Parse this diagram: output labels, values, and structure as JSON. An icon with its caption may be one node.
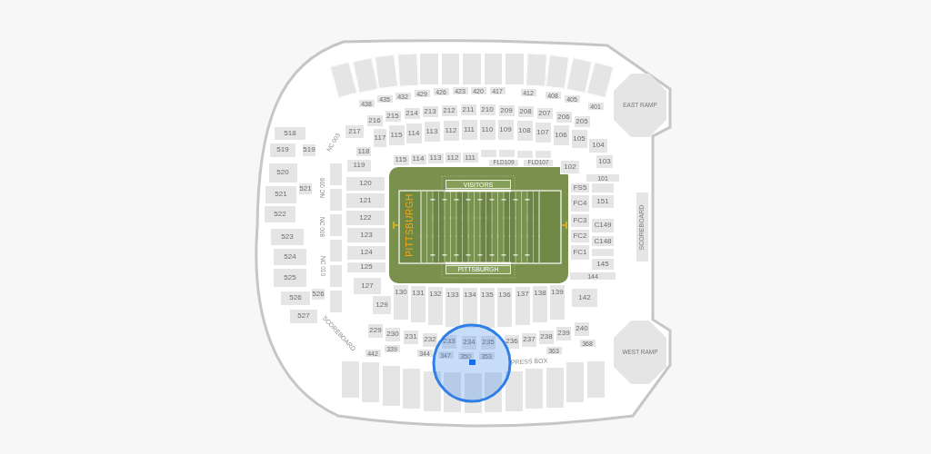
{
  "diagram": {
    "nodes": [
      {
        "text": [],
        "shape": "box"
      },
      {
        "text": [],
        "shape": "box"
      },
      {
        "text": [],
        "shape": "box"
      },
      {
        "text": [],
        "shape": "box"
      },
      {
        "text": [],
        "shape": "box"
      },
      {
        "text": [],
        "shape": "box"
      },
      {
        "text": [],
        "shape": "box"
      },
      {
        "text": [],
        "shape": "box"
      },
      {
        "text": [],
        "shape": "box"
      },
      {
        "text": [],
        "shape": "box"
      },
      {
        "text": [],
        "shape": "box"
      },
      {
        "text": [],
        "shape": "box"
      },
      {
        "text": [],
        "shape": "box"
      },
      {
        "text": [
          "438"
        ]
      },
      {
        "text": [
          "435"
        ]
      },
      {
        "text": [
          "432"
        ]
      },
      {
        "text": [
          "429"
        ]
      },
      {
        "text": [
          "426"
        ]
      },
      {
        "text": [
          "423"
        ]
      },
      {
        "text": [
          "420"
        ]
      },
      {
        "text": [
          "417"
        ]
      },
      {
        "text": [
          "412"
        ]
      },
      {
        "text": [
          "408"
        ]
      },
      {
        "text": [
          "405"
        ]
      },
      {
        "text": [
          "401"
        ]
      },
      {
        "text": [
          "EAST RAMP"
        ]
      },
      {
        "text": [
          "217"
        ]
      },
      {
        "text": [
          "216"
        ]
      },
      {
        "text": [
          "215"
        ]
      },
      {
        "text": [
          "214"
        ]
      },
      {
        "text": [
          "213"
        ]
      },
      {
        "text": [
          "212"
        ]
      },
      {
        "text": [
          "211"
        ]
      },
      {
        "text": [
          "210"
        ]
      },
      {
        "text": [
          "209"
        ]
      },
      {
        "text": [
          "208"
        ]
      },
      {
        "text": [
          "207"
        ]
      },
      {
        "text": [
          "206"
        ]
      },
      {
        "text": [
          "205"
        ]
      },
      {
        "text": [
          "117"
        ]
      },
      {
        "text": [
          "115"
        ]
      },
      {
        "text": [
          "114"
        ]
      },
      {
        "text": [
          "113"
        ]
      },
      {
        "text": [
          "112"
        ]
      },
      {
        "text": [
          "111"
        ]
      },
      {
        "text": [
          "110"
        ]
      },
      {
        "text": [
          "109"
        ]
      },
      {
        "text": [
          "108"
        ]
      },
      {
        "text": [
          "107"
        ]
      },
      {
        "text": [
          "106"
        ]
      },
      {
        "text": [
          "105"
        ]
      },
      {
        "text": [
          "104"
        ]
      },
      {
        "text": [
          "103"
        ]
      },
      {
        "text": [
          "101"
        ]
      },
      {
        "text": [
          "518"
        ]
      },
      {
        "text": [
          "519"
        ]
      },
      {
        "text": [
          "519"
        ]
      },
      {
        "text": [
          "118"
        ]
      },
      {
        "text": [
          "119"
        ]
      },
      {
        "text": [
          "115"
        ]
      },
      {
        "text": [
          "114"
        ]
      },
      {
        "text": [
          "113"
        ]
      },
      {
        "text": [
          "112"
        ]
      },
      {
        "text": [
          "111"
        ]
      },
      {
        "text": [],
        "shape": "box"
      },
      {
        "text": [],
        "shape": "box"
      },
      {
        "text": [],
        "shape": "box"
      },
      {
        "text": [],
        "shape": "box"
      },
      {
        "text": [
          "102"
        ]
      },
      {
        "text": [
          "FLD109"
        ]
      },
      {
        "text": [
          "FLD107"
        ]
      },
      {
        "text": [
          "520"
        ]
      },
      {
        "text": [
          "521"
        ]
      },
      {
        "text": [
          "521"
        ]
      },
      {
        "text": [
          "522"
        ]
      },
      {
        "text": [],
        "shape": "box"
      },
      {
        "text": [],
        "shape": "box"
      },
      {
        "text": [],
        "shape": "box"
      },
      {
        "text": [],
        "shape": "box"
      },
      {
        "text": [],
        "shape": "box"
      },
      {
        "text": [],
        "shape": "box"
      },
      {
        "text": [
          "120"
        ]
      },
      {
        "text": [
          "121"
        ]
      },
      {
        "text": [
          "122"
        ]
      },
      {
        "text": [
          "123"
        ]
      },
      {
        "text": [
          "124"
        ]
      },
      {
        "text": [
          "125"
        ]
      },
      {
        "text": [
          "PITTSBURGH"
        ]
      },
      {
        "text": [
          "VISITORS"
        ],
        "in": 87
      },
      {
        "text": [
          "PITTSBURGH"
        ],
        "in": 87
      },
      {
        "text": [
          "FS5"
        ]
      },
      {
        "text": [],
        "shape": "box"
      },
      {
        "text": [
          "FC4"
        ]
      },
      {
        "text": [
          "151"
        ]
      },
      {
        "text": [
          "FC3"
        ]
      },
      {
        "text": [
          "C149"
        ]
      },
      {
        "text": [
          "FC2"
        ]
      },
      {
        "text": [
          "C148"
        ]
      },
      {
        "text": [
          "FC1"
        ]
      },
      {
        "text": [],
        "shape": "box"
      },
      {
        "text": [
          "145"
        ]
      },
      {
        "text": [
          "144"
        ]
      },
      {
        "text": [
          "SCOREBOARD"
        ]
      },
      {
        "text": [
          "523"
        ]
      },
      {
        "text": [
          "524"
        ]
      },
      {
        "text": [
          "525"
        ]
      },
      {
        "text": [
          "526"
        ]
      },
      {
        "text": [
          "526"
        ]
      },
      {
        "text": [
          "527"
        ]
      },
      {
        "text": [
          "127"
        ]
      },
      {
        "text": [
          "129"
        ]
      },
      {
        "text": [
          "130"
        ]
      },
      {
        "text": [
          "131"
        ]
      },
      {
        "text": [
          "132"
        ]
      },
      {
        "text": [
          "133"
        ]
      },
      {
        "text": [
          "134"
        ]
      },
      {
        "text": [
          "135"
        ]
      },
      {
        "text": [
          "136"
        ]
      },
      {
        "text": [
          "137"
        ]
      },
      {
        "text": [
          "138"
        ]
      },
      {
        "text": [
          "139"
        ]
      },
      {
        "text": [
          "142"
        ]
      },
      {
        "text": [
          "WEST RAMP"
        ]
      },
      {
        "text": [
          "229"
        ]
      },
      {
        "text": [
          "230"
        ]
      },
      {
        "text": [
          "231"
        ]
      },
      {
        "text": [
          "232"
        ]
      },
      {
        "text": [
          "233"
        ]
      },
      {
        "text": [
          "234"
        ]
      },
      {
        "text": [
          "235"
        ]
      },
      {
        "text": [
          "236"
        ]
      },
      {
        "text": [
          "237"
        ]
      },
      {
        "text": [
          "238"
        ]
      },
      {
        "text": [
          "239"
        ]
      },
      {
        "text": [
          "240"
        ]
      },
      {
        "text": [
          "442"
        ]
      },
      {
        "text": [
          "339"
        ]
      },
      {
        "text": [
          "344"
        ]
      },
      {
        "text": [
          "347"
        ]
      },
      {
        "text": [
          "350"
        ]
      },
      {
        "text": [
          "353"
        ]
      },
      {
        "text": [
          "363"
        ]
      },
      {
        "text": [
          "368"
        ]
      },
      {
        "text": [],
        "shape": "box"
      },
      {
        "text": [],
        "shape": "box"
      },
      {
        "text": [],
        "shape": "box"
      },
      {
        "text": [],
        "shape": "box"
      },
      {
        "text": [],
        "shape": "box"
      },
      {
        "text": [],
        "shape": "box"
      },
      {
        "text": [],
        "shape": "box"
      },
      {
        "text": [],
        "shape": "box"
      },
      {
        "text": [],
        "shape": "box"
      },
      {
        "text": [],
        "shape": "box"
      },
      {
        "text": [],
        "shape": "box"
      },
      {
        "text": [],
        "shape": "box"
      },
      {
        "text": [],
        "shape": "box"
      }
    ],
    "labels": [
      "NC 003",
      "NC 006",
      "NC 008",
      "NC 010",
      "SCOREBOARD",
      "PRESS BOX"
    ]
  }
}
